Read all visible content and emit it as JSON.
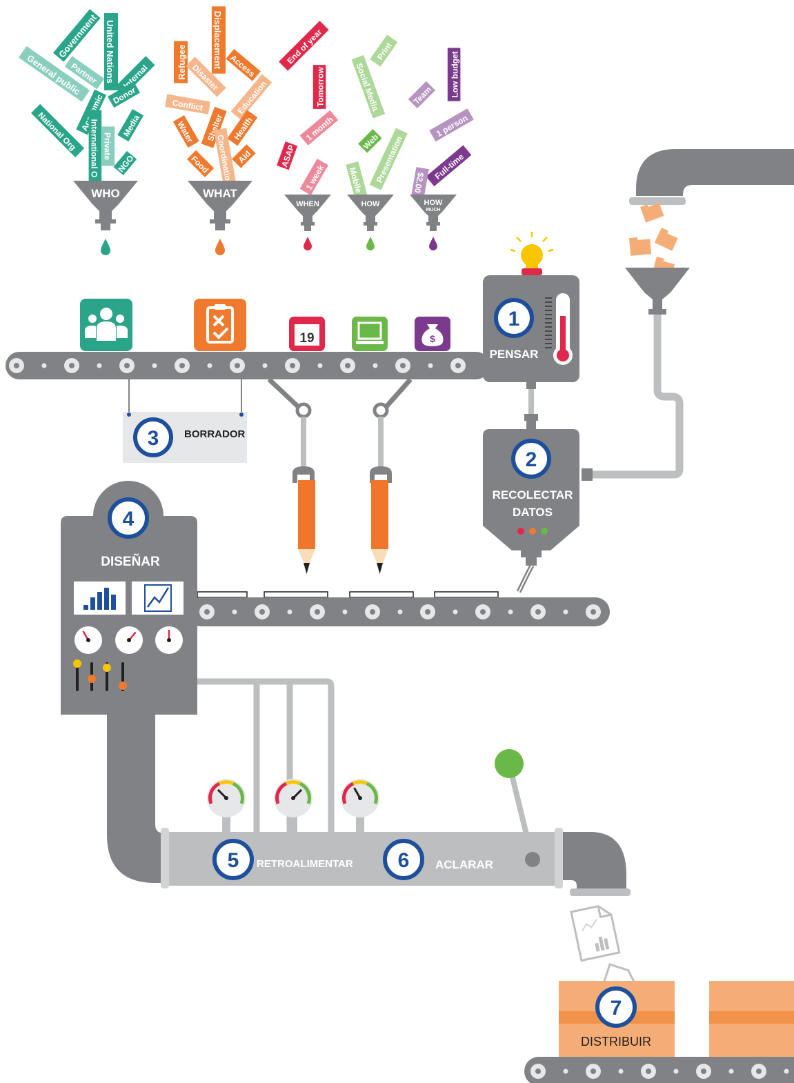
{
  "colors": {
    "who": "#2aa58a",
    "what": "#ef7a2e",
    "when": "#e0284b",
    "how": "#6ab847",
    "how_much": "#7b3a8e",
    "machine": "#808285",
    "pipe": "#bcbec0",
    "step_badge": "#1d4f9c",
    "pencil": "#f0762b",
    "box": "#f5ad77"
  },
  "funnels": {
    "who": {
      "label": "WHO",
      "words": [
        "Government",
        "United Nations",
        "General public",
        "Partner",
        "Internal",
        "Donor",
        "Academic",
        "National Org",
        "International O",
        "Private",
        "Media",
        "NGO"
      ]
    },
    "what": {
      "label": "WHAT",
      "words": [
        "Refugee",
        "Displacement",
        "Disaster",
        "Access",
        "Conflict",
        "Education",
        "Water",
        "Shelter",
        "Health",
        "Coordination",
        "Food",
        "Aid"
      ]
    },
    "when": {
      "label": "WHEN",
      "words": [
        "End of year",
        "Tomorrow",
        "1 month",
        "ASAP",
        "1 week"
      ]
    },
    "how": {
      "label": "HOW",
      "words": [
        "Print",
        "Social Media",
        "Web",
        "Presentation",
        "Mobile"
      ]
    },
    "how_much": {
      "label": "HOW",
      "sub": "MUCH",
      "words": [
        "Low budget",
        "Team",
        "1 person",
        "Full-time",
        "$2.00"
      ]
    }
  },
  "icons": {
    "calendar_day": "19",
    "money_symbol": "$"
  },
  "steps": [
    {
      "number": "1",
      "label": "PENSAR"
    },
    {
      "number": "2",
      "label": "RECOLECTAR",
      "label2": "DATOS"
    },
    {
      "number": "3",
      "label": "BORRADOR"
    },
    {
      "number": "4",
      "label": "DISEÑAR"
    },
    {
      "number": "5",
      "label": "RETROALIMENTAR"
    },
    {
      "number": "6",
      "label": "ACLARAR"
    },
    {
      "number": "7",
      "label": "DISTRIBUIR"
    }
  ]
}
